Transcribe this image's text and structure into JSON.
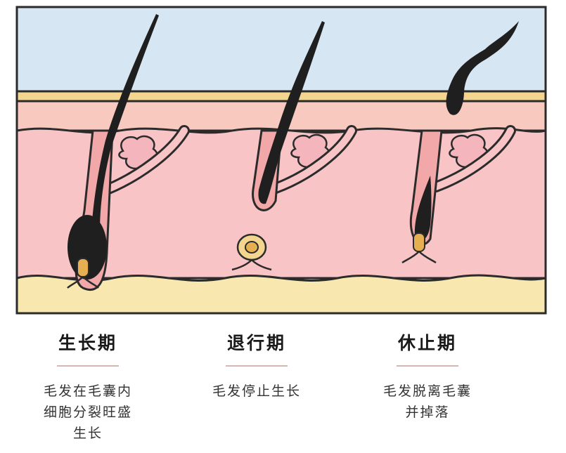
{
  "colors": {
    "sky": "#d6e6f2",
    "skin_band": "#f7c9bf",
    "gold_band": "#f3d58f",
    "dermis": "#f9c4c5",
    "fat_layer": "#f8e8b0",
    "follicle": "#f2a8a8",
    "outline": "#2b2b2b",
    "hair": "#1f1f1f",
    "papilla": "#e6b052"
  },
  "stages": [
    {
      "title": "生长期",
      "desc": "毛发在毛囊内\n细胞分裂旺盛\n生长"
    },
    {
      "title": "退行期",
      "desc": "毛发停止生长"
    },
    {
      "title": "休止期",
      "desc": "毛发脱离毛囊\n并掉落"
    }
  ]
}
